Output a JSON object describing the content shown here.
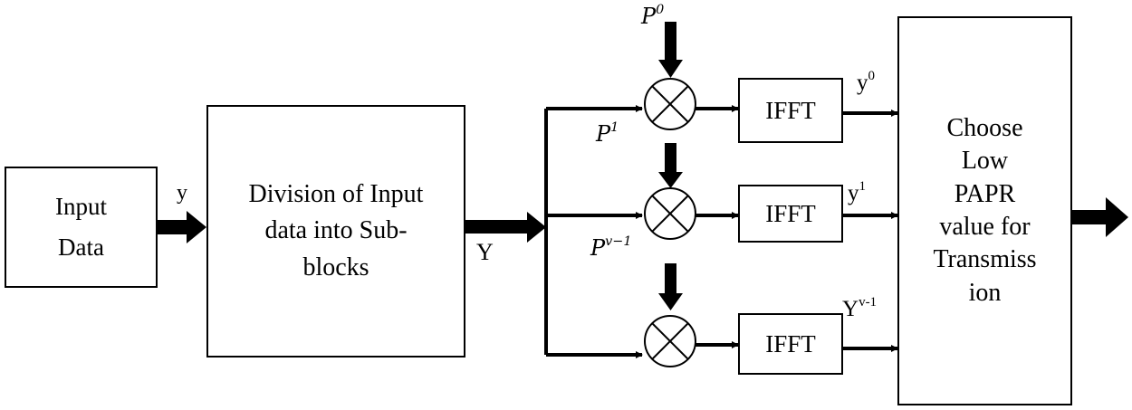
{
  "blocks": {
    "input": "Input\nData",
    "division": "Division of Input\ndata into Sub-\nblocks",
    "ifft": [
      "IFFT",
      "IFFT",
      "IFFT"
    ],
    "choose": "Choose\nLow\nPAPR\nvalue for\nTransmiss\nion"
  },
  "labels": {
    "y_input": "y",
    "Y_bus": "Y",
    "p0_base": "P",
    "p0_sup": "0",
    "p1_base": "P",
    "p1_sup": "1",
    "pv_base": "P",
    "pv_sup": "v−1",
    "y0_base": "y",
    "y0_sup": "0",
    "y1_base": "y",
    "y1_sup": "1",
    "yv_base": "Y",
    "yv_sup": "v-1"
  }
}
